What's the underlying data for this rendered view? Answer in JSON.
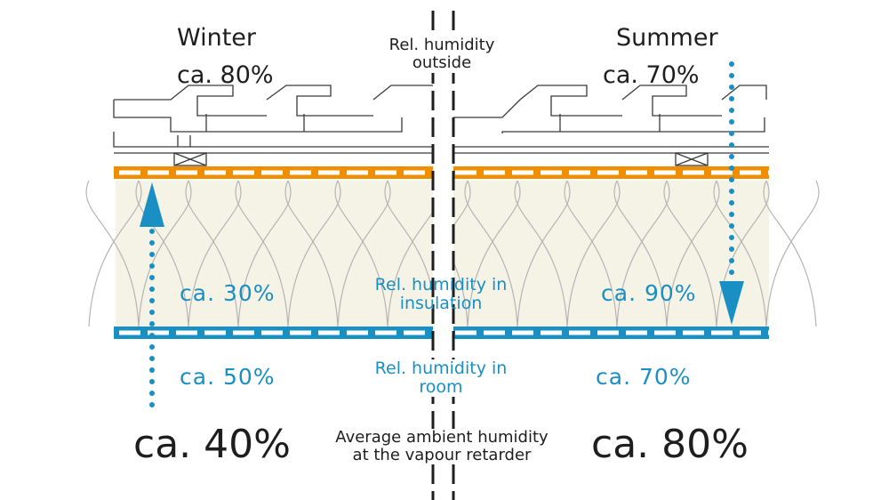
{
  "labels": {
    "winter": "Winter",
    "summer": "Summer",
    "outside_header_line1": "Rel. humidity",
    "outside_header_line2": "outside",
    "insulation_line1": "Rel. humidity in",
    "insulation_line2": "insulation",
    "room_line1": "Rel. humidity in",
    "room_line2": "room",
    "average_line1": "Average ambient humidity",
    "average_line2": "at the vapour retarder"
  },
  "winter": {
    "outside": "ca. 80%",
    "insulation": "ca. 30%",
    "room": "ca. 50%",
    "average": "ca. 40%"
  },
  "summer": {
    "outside": "ca. 70%",
    "insulation": "ca. 90%",
    "room": "ca. 70%",
    "average": "ca. 80%"
  },
  "colors": {
    "outer_membrane": "#f18e00",
    "vapour_retarder": "#1a8fc4",
    "insulation_fill": "#f5f3e6",
    "insulation_lines": "#b5b5b5",
    "arrow": "#1a8fc4",
    "text_dark": "#1e1e1e",
    "text_blue": "#1a8fc4"
  }
}
